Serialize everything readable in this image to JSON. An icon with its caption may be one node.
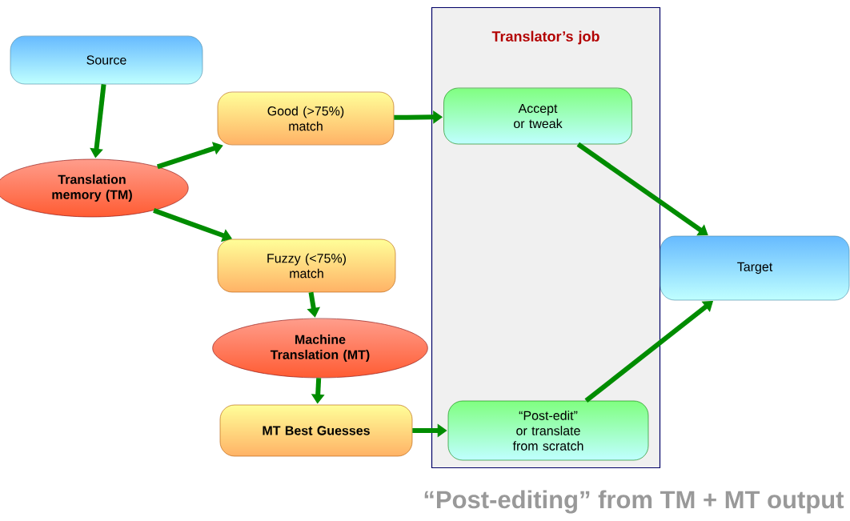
{
  "diagram": {
    "caption": "“Post-editing” from TM + MT output",
    "nodes": [
      {
        "text": [
          "Source"
        ]
      },
      {
        "text": [
          "Translation memory (TM)"
        ]
      },
      {
        "text": [
          "Good (>75%) match"
        ]
      },
      {
        "text": [
          "Fuzzy (<75%) match"
        ]
      },
      {
        "text": [
          "Machine Translation (MT)"
        ]
      },
      {
        "text": [
          "MT Best Guesses"
        ]
      },
      {
        "text": [
          "Translator’s job"
        ]
      },
      {
        "text": [
          "Accept or tweak"
        ],
        "in": 6
      },
      {
        "text": [
          "“Post-edit” or translate from scratch"
        ],
        "in": 6
      },
      {
        "text": [
          "Target"
        ]
      }
    ],
    "edges": [
      {
        "from": 0,
        "to": 1,
        "arrow": "to"
      },
      {
        "from": 1,
        "to": 2,
        "arrow": "to"
      },
      {
        "from": 1,
        "to": 3,
        "arrow": "to"
      },
      {
        "from": 2,
        "to": 7,
        "arrow": "to"
      },
      {
        "from": 3,
        "to": 4,
        "arrow": "to"
      },
      {
        "from": 4,
        "to": 5,
        "arrow": "to"
      },
      {
        "from": 5,
        "to": 8,
        "arrow": "to"
      },
      {
        "from": 7,
        "to": 9,
        "arrow": "to"
      },
      {
        "from": 8,
        "to": 9,
        "arrow": "to"
      }
    ]
  }
}
